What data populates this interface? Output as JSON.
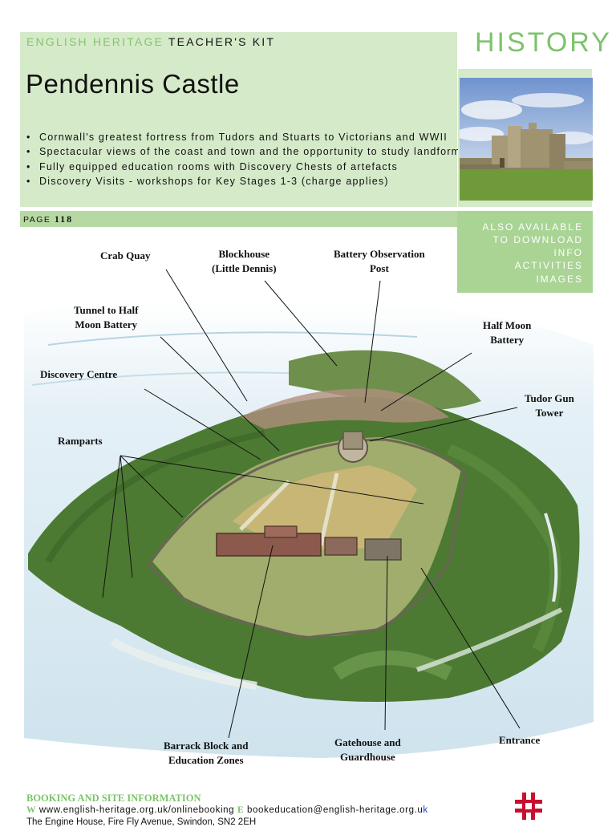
{
  "header": {
    "brand": "ENGLISH HERITAGE",
    "kit": "TEACHER'S KIT",
    "title": "Pendennis Castle",
    "category": "HISTORY",
    "bullets": [
      "Cornwall's greatest fortress from Tudors and Stuarts to Victorians and WWII",
      "Spectacular views of the coast and town and the opportunity to study landforms",
      "Fully equipped education rooms with Discovery Chests of artefacts",
      "Discovery Visits - workshops for Key Stages 1-3 (charge applies)"
    ]
  },
  "page_bar": {
    "label": "PAGE",
    "number": "118"
  },
  "download": {
    "line1": "ALSO AVAILABLE",
    "line2": "TO DOWNLOAD",
    "links": [
      "INFO",
      "ACTIVITIES",
      "IMAGES"
    ]
  },
  "map_labels": {
    "crab_quay": "Crab Quay",
    "blockhouse_1": "Blockhouse",
    "blockhouse_2": "(Little Dennis)",
    "battery_obs_1": "Battery Observation",
    "battery_obs_2": "Post",
    "tunnel_1": "Tunnel to Half",
    "tunnel_2": "Moon Battery",
    "half_moon_1": "Half Moon",
    "half_moon_2": "Battery",
    "discovery_centre": "Discovery Centre",
    "tudor_gun_1": "Tudor Gun",
    "tudor_gun_2": "Tower",
    "ramparts": "Ramparts",
    "barrack_1": "Barrack Block and",
    "barrack_2": "Education Zones",
    "gatehouse_1": "Gatehouse and",
    "gatehouse_2": "Guardhouse",
    "entrance": "Entrance"
  },
  "footer": {
    "heading": "BOOKING AND SITE INFORMATION",
    "w_label": "W",
    "website": "www.english-heritage.org.uk/onlinebooking",
    "e_label": "E",
    "email_main": "bookeducation@english-heritage.org.u",
    "email_tail": "k",
    "address": "The Engine House, Fire Fly Avenue, Swindon, SN2 2EH"
  },
  "colors": {
    "panel_green": "#d5eac9",
    "bar_green": "#b6d9a3",
    "download_green": "#a9d494",
    "accent_green": "#7cc36b",
    "logo_red": "#c8102e"
  }
}
